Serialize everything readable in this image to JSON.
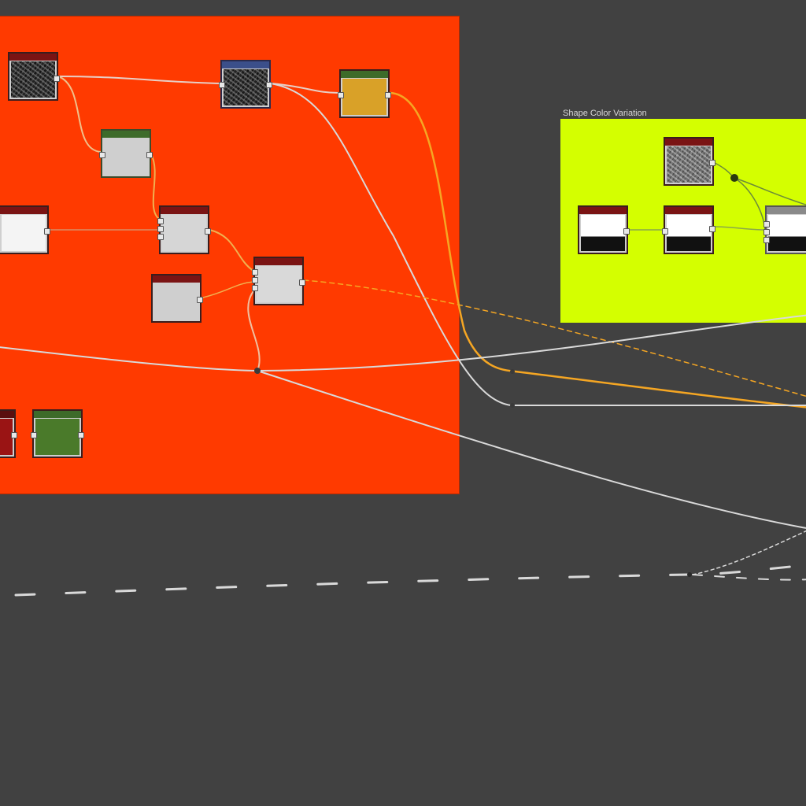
{
  "graph": {
    "frames": [
      {
        "id": "frame-red",
        "title": "",
        "color": "#ff3a00"
      },
      {
        "id": "frame-yellow",
        "title": "Shape Color Variation",
        "color": "#d4ff00"
      }
    ],
    "colors": {
      "canvas": "#414141",
      "link_white": "#d9d9d9",
      "link_orange": "#f5a623",
      "node_bar_red": "#7a1414",
      "node_bar_green": "#3d6b2a",
      "node_bar_blue": "#3b4f8a",
      "node_bar_gray": "#8a8a8a"
    },
    "nodes": [
      {
        "name": "noise-node-1",
        "icon": "noise-preview"
      },
      {
        "name": "noise-node-2",
        "icon": "noise-preview"
      },
      {
        "name": "color-node-gold",
        "icon": "solid-preview"
      },
      {
        "name": "blend-node-1",
        "icon": "solid-preview"
      },
      {
        "name": "gradient-node-white",
        "icon": "solid-preview"
      },
      {
        "name": "blend-node-2",
        "icon": "solid-preview"
      },
      {
        "name": "blend-node-3",
        "icon": "solid-preview"
      },
      {
        "name": "blend-node-4",
        "icon": "solid-preview"
      },
      {
        "name": "color-node-red",
        "icon": "solid-preview"
      },
      {
        "name": "color-node-green",
        "icon": "solid-preview"
      },
      {
        "name": "noise-node-3",
        "icon": "noise-preview"
      },
      {
        "name": "shape-node-1",
        "icon": "split-preview"
      },
      {
        "name": "shape-node-2",
        "icon": "split-preview"
      },
      {
        "name": "shape-node-3",
        "icon": "split-preview"
      }
    ]
  }
}
